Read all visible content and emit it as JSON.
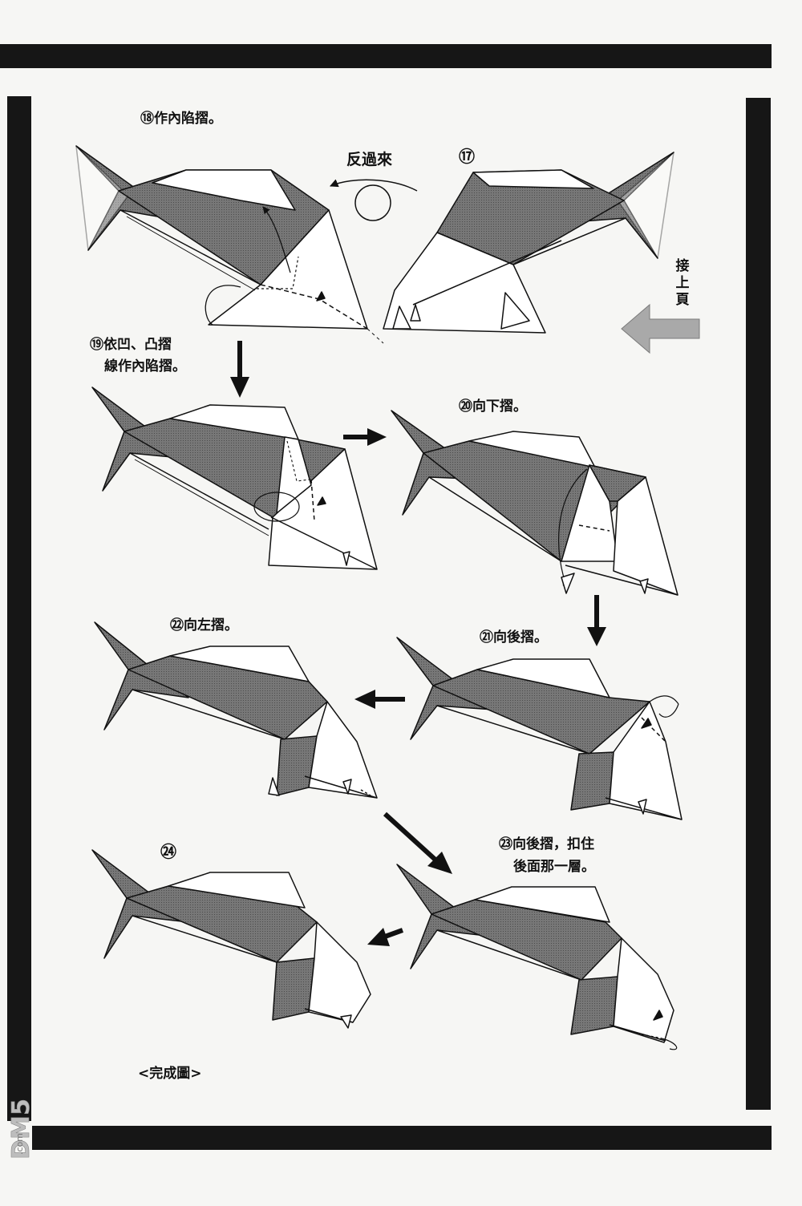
{
  "steps": {
    "s17": {
      "num": "⑰"
    },
    "s18": {
      "label": "⑱作內陷摺。"
    },
    "s19": {
      "line1": "⑲依凹、凸摺",
      "line2": "線作內陷摺。"
    },
    "s20": {
      "label": "⑳向下摺。"
    },
    "s21": {
      "label": "㉑向後摺。"
    },
    "s22": {
      "label": "㉒向左摺。"
    },
    "s23": {
      "line1": "㉓向後摺，扣住",
      "line2": "後面那一層。"
    },
    "s24": {
      "num": "㉔"
    }
  },
  "flip": {
    "label": "反過來"
  },
  "continue_note": {
    "label": "接上頁"
  },
  "final_caption": "<完成圖>",
  "watermark": {
    "brand": "DM5",
    "site": ".com"
  },
  "colors": {
    "shade": "#6c6c6c",
    "ink": "#111111",
    "light": "#b4b4b4",
    "arrow_gray": "#a9a9a9"
  }
}
